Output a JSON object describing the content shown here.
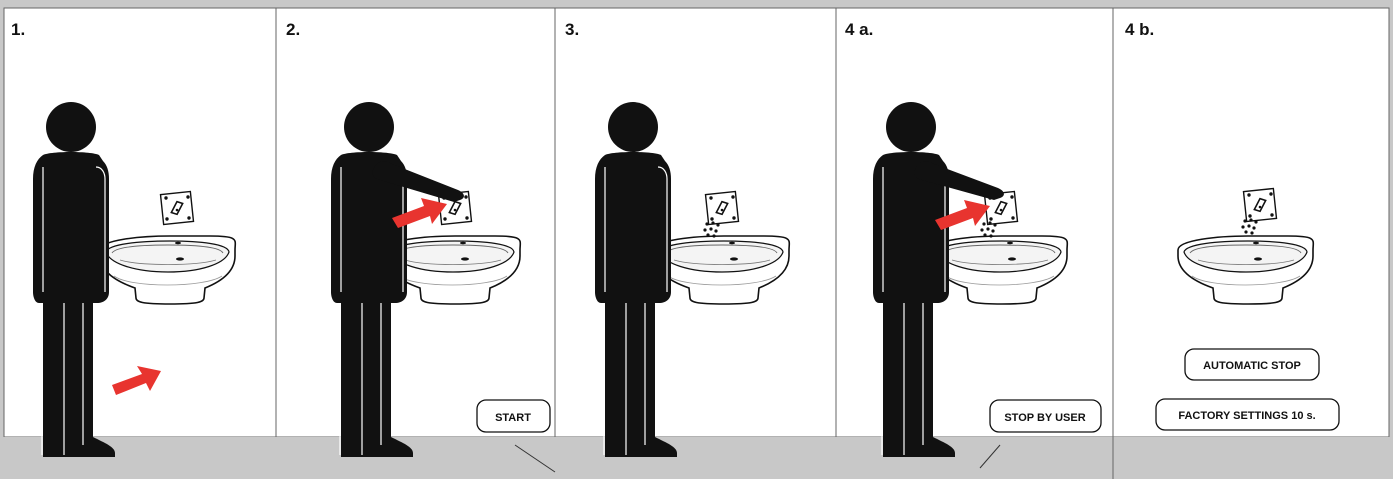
{
  "steps": [
    {
      "number": "1."
    },
    {
      "number": "2.",
      "label": "START"
    },
    {
      "number": "3."
    },
    {
      "number": "4 a.",
      "label": "STOP BY USER"
    },
    {
      "number": "4 b.",
      "labels": [
        "AUTOMATIC STOP",
        "FACTORY SETTINGS 10 s."
      ]
    }
  ],
  "colors": {
    "figure": "#111111",
    "arrow": "#e8342f",
    "panel": "#ffffff",
    "frame": "#c8c8c8",
    "border": "#666666"
  }
}
